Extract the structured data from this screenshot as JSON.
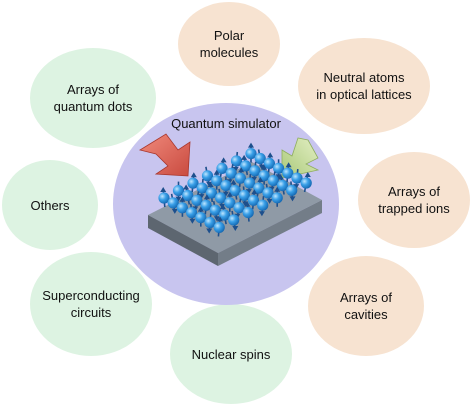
{
  "center": {
    "title": "Quantum simulator"
  },
  "nodes": {
    "polar_molecules": [
      "Polar",
      "molecules"
    ],
    "neutral_atoms": [
      "Neutral atoms",
      "in optical lattices"
    ],
    "trapped_ions": [
      "Arrays of",
      "trapped ions"
    ],
    "cavities": [
      "Arrays of",
      "cavities"
    ],
    "nuclear_spins": [
      "Nuclear spins"
    ],
    "superconducting": [
      "Superconducting",
      "circuits"
    ],
    "others": [
      "Others"
    ],
    "quantum_dots": [
      "Arrays of",
      "quantum dots"
    ]
  },
  "colors": {
    "green_node": "#ddf3e2",
    "peach_node": "#f7e3d1",
    "center_circle": "#c8c5ef",
    "slab_top": "#8f9aa6",
    "slab_front": "#5d6670",
    "slab_side": "#737d88",
    "atom": "#2f8fd8",
    "spin_arrow": "#1d4f8c",
    "red_arrow": "#e06a5c",
    "green_arrow": "#c9de9c"
  }
}
